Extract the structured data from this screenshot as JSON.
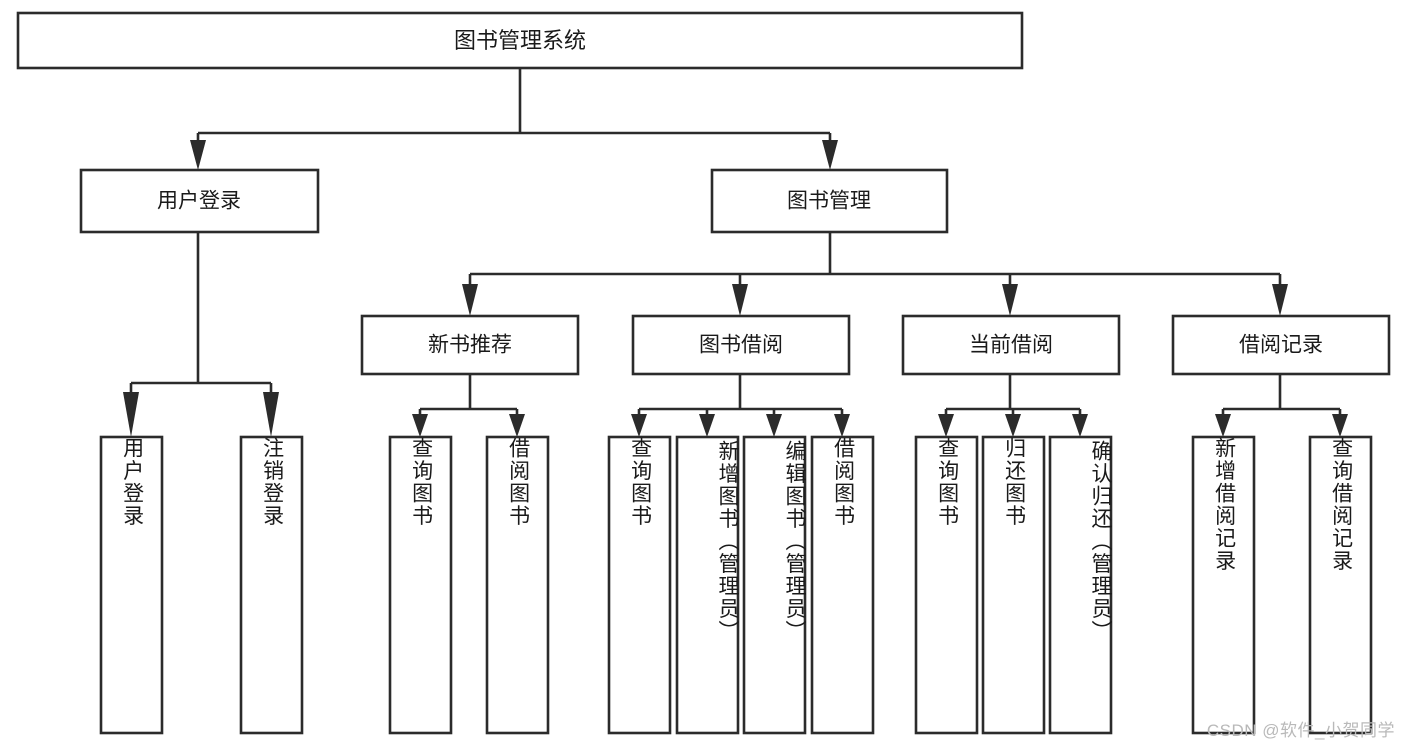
{
  "diagram": {
    "type": "tree-hierarchy-chart",
    "title": "图书管理系统",
    "root": {
      "label": "图书管理系统",
      "orientation": "horizontal"
    },
    "level2": [
      {
        "label": "用户登录",
        "orientation": "horizontal"
      },
      {
        "label": "图书管理",
        "orientation": "horizontal"
      }
    ],
    "level3": [
      {
        "label": "新书推荐",
        "orientation": "horizontal"
      },
      {
        "label": "图书借阅",
        "orientation": "horizontal"
      },
      {
        "label": "当前借阅",
        "orientation": "horizontal"
      },
      {
        "label": "借阅记录",
        "orientation": "horizontal"
      }
    ],
    "leaves": {
      "user_login": [
        {
          "label": "用户登录",
          "orientation": "vertical"
        },
        {
          "label": "注销登录",
          "orientation": "vertical"
        }
      ],
      "new_book_recommend": [
        {
          "label": "查询图书",
          "orientation": "vertical"
        },
        {
          "label": "借阅图书",
          "orientation": "vertical"
        }
      ],
      "book_borrow": [
        {
          "label": "查询图书",
          "orientation": "vertical"
        },
        {
          "label": "新增图书（管理员）",
          "orientation": "vertical"
        },
        {
          "label": "编辑图书（管理员）",
          "orientation": "vertical"
        },
        {
          "label": "借阅图书",
          "orientation": "vertical"
        }
      ],
      "current_borrow": [
        {
          "label": "查询图书",
          "orientation": "vertical"
        },
        {
          "label": "归还图书",
          "orientation": "vertical"
        },
        {
          "label": "确认归还（管理员）",
          "orientation": "vertical"
        }
      ],
      "borrow_record": [
        {
          "label": "新增借阅记录",
          "orientation": "vertical"
        },
        {
          "label": "查询借阅记录",
          "orientation": "vertical"
        }
      ]
    },
    "colors": {
      "box_stroke": "#2b2b2b",
      "box_fill": "#ffffff",
      "text": "#1a1a1a",
      "background": "#ffffff",
      "watermark": "#b9b9b9"
    }
  },
  "watermark": {
    "text": "CSDN @软件_小贺同学"
  }
}
